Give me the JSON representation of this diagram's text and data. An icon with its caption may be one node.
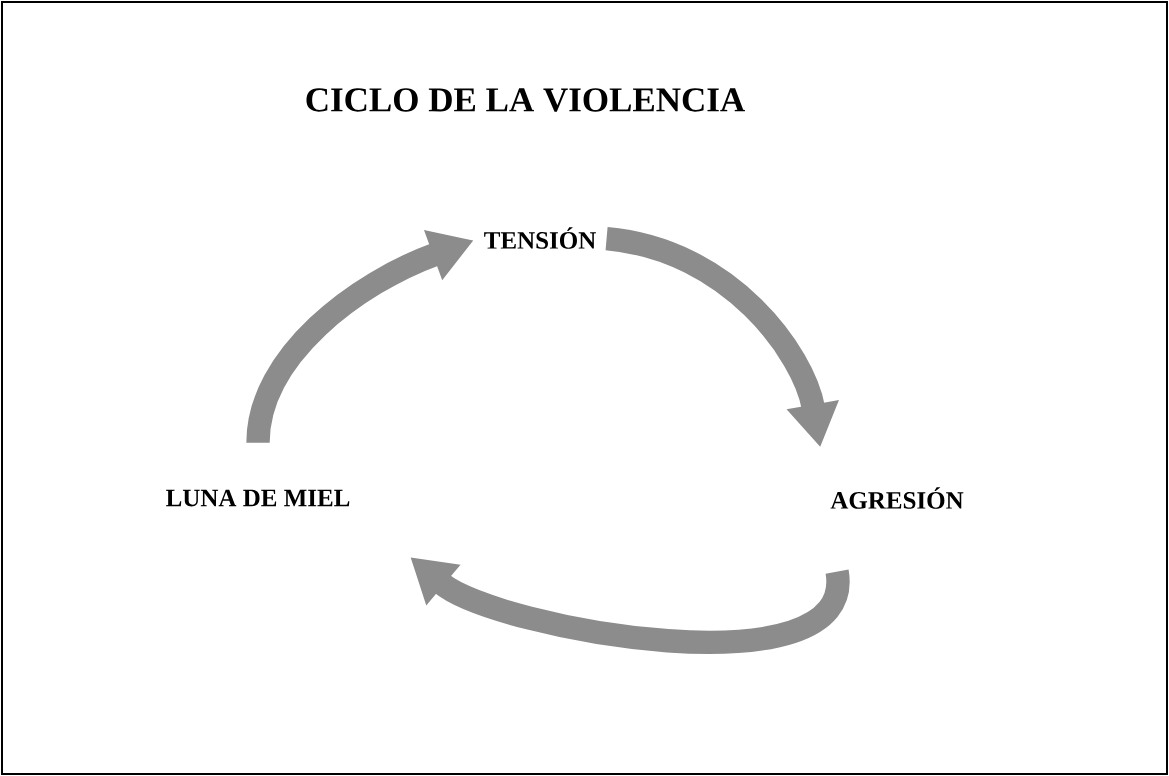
{
  "diagram": {
    "title": "CICLO DE LA VIOLENCIA",
    "nodes": [
      {
        "text": [
          "TENSIÓN"
        ]
      },
      {
        "text": [
          "AGRESIÓN"
        ]
      },
      {
        "text": [
          "LUNA DE MIEL"
        ]
      }
    ],
    "edges": [
      {
        "from": 2,
        "to": 0,
        "arrow": "to"
      },
      {
        "from": 0,
        "to": 1,
        "arrow": "to"
      },
      {
        "from": 1,
        "to": 2,
        "arrow": "to"
      }
    ]
  }
}
